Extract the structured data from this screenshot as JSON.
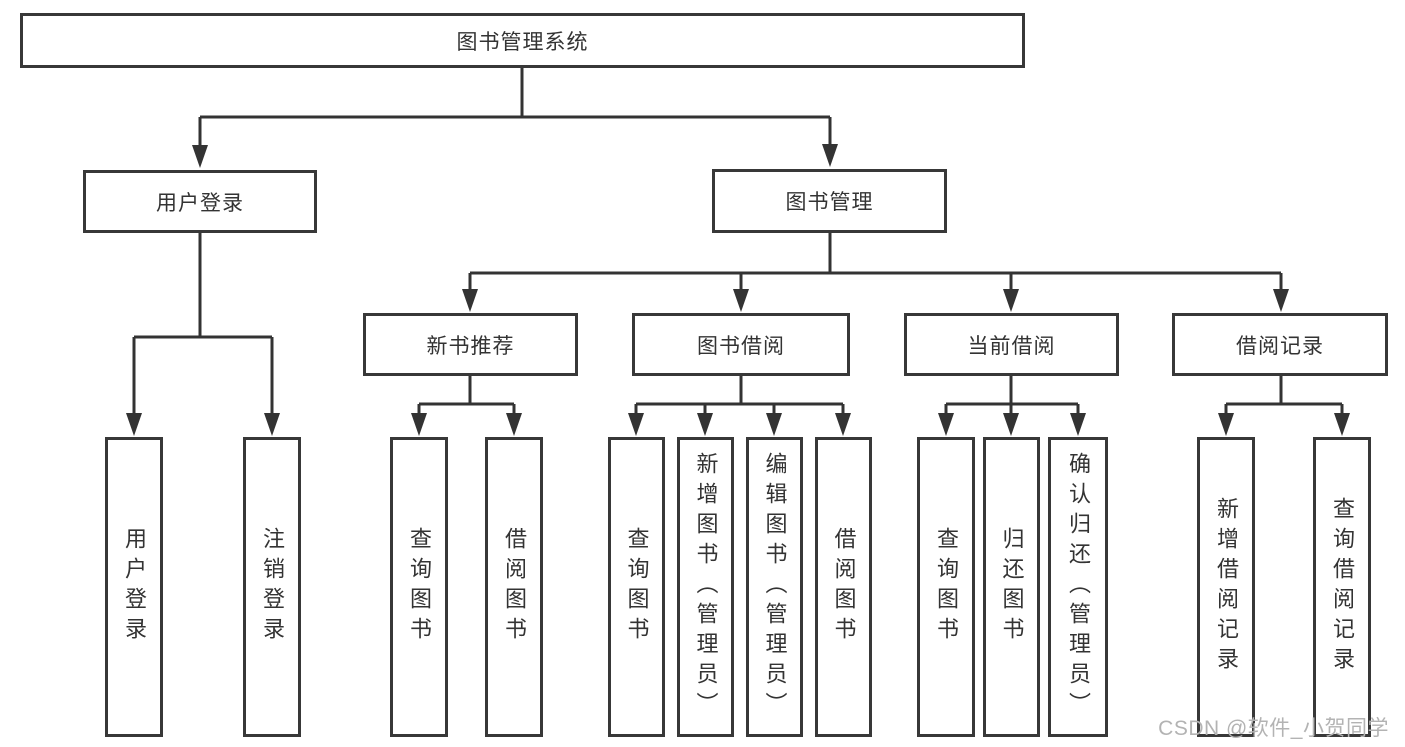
{
  "diagram": {
    "title": "图书管理系统",
    "level2": {
      "user_login": "用户登录",
      "book_mgmt": "图书管理"
    },
    "level3": {
      "new_book_rec": "新书推荐",
      "book_borrow": "图书借阅",
      "current_borrow": "当前借阅",
      "borrow_records": "借阅记录"
    },
    "leaves": {
      "user_login": [
        "用户登录",
        "注销登录"
      ],
      "new_book_rec": [
        "查询图书",
        "借阅图书"
      ],
      "book_borrow": [
        "查询图书",
        "新增图书（管理员）",
        "编辑图书（管理员）",
        "借阅图书"
      ],
      "current_borrow": [
        "查询图书",
        "归还图书",
        "确认归还（管理员）"
      ],
      "borrow_records": [
        "新增借阅记录",
        "查询借阅记录"
      ]
    }
  },
  "colors": {
    "line": "#333333",
    "text": "#333333",
    "background": "#ffffff",
    "watermark": "#b3b3b3"
  },
  "watermark": "CSDN @软件_小贺同学"
}
